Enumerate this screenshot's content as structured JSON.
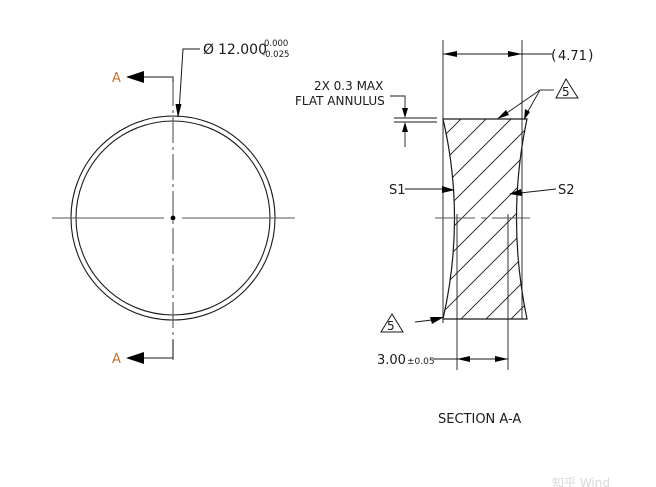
{
  "drawing": {
    "type": "engineering-drawing",
    "subject": "biconcave lens",
    "front_view": {
      "section_label_top": "A",
      "section_label_bottom": "A",
      "diameter_symbol": "Ø",
      "diameter_value": "12.000",
      "diameter_tol_upper": "0.000",
      "diameter_tol_lower": "-0.025"
    },
    "section_view": {
      "title": "SECTION A-A",
      "overall_width": "4.71",
      "overall_width_reference": true,
      "center_thickness": "3.00",
      "center_thickness_tol": "±0.05",
      "flat_annulus_line1": "2X 0.3 MAX",
      "flat_annulus_line2": "FLAT ANNULUS",
      "surface_left": "S1",
      "surface_right": "S2",
      "note_flag_top": "5",
      "note_flag_bottom": "5"
    },
    "watermark": "知乎 Wind"
  },
  "colors": {
    "line": "#1a1a1a",
    "centerline": "#555555",
    "section_letter": "#c8702a"
  }
}
